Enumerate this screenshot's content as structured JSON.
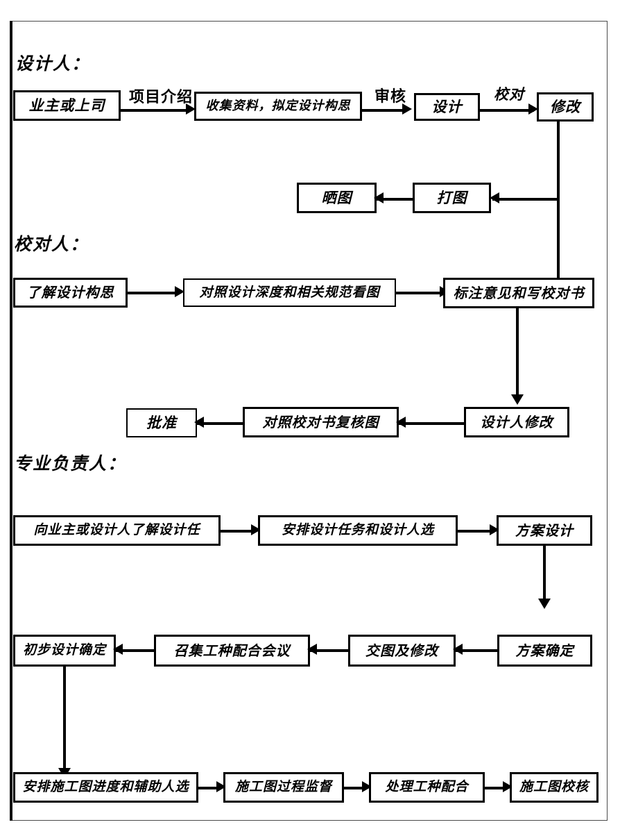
{
  "diagram": {
    "title_sections": [
      {
        "id": "designer",
        "label": "设计人："
      },
      {
        "id": "proofreader",
        "label": "校对人："
      },
      {
        "id": "lead",
        "label": "专业负责人："
      }
    ],
    "designer_row": {
      "nodes": [
        {
          "id": "owner_or_boss",
          "label": "业主或上司"
        },
        {
          "id": "collect_conception",
          "label": "收集资料，拟定设计构思"
        },
        {
          "id": "design",
          "label": "设计"
        },
        {
          "id": "revise",
          "label": "修改"
        }
      ],
      "edge_labels": [
        {
          "id": "project_intro",
          "label": "项目介绍"
        },
        {
          "id": "review",
          "label": "审核"
        },
        {
          "id": "proofread",
          "label": "校对"
        }
      ]
    },
    "print_row": {
      "nodes": [
        {
          "id": "blueprint",
          "label": "晒图"
        },
        {
          "id": "plot",
          "label": "打图"
        }
      ]
    },
    "proofreader_row": {
      "nodes": [
        {
          "id": "understand_conception",
          "label": "了解设计构思"
        },
        {
          "id": "check_depth_specs",
          "label": "对照设计深度和相关规范看图"
        },
        {
          "id": "mark_write_proof",
          "label": "标注意见和写校对书"
        }
      ]
    },
    "approval_row": {
      "nodes": [
        {
          "id": "approve",
          "label": "批准"
        },
        {
          "id": "recheck_drawing",
          "label": "对照校对书复核图"
        },
        {
          "id": "designer_revise",
          "label": "设计人修改"
        }
      ]
    },
    "lead_row1": {
      "nodes": [
        {
          "id": "ask_owner_designer",
          "label": "向业主或设计人了解设计任"
        },
        {
          "id": "assign_task_people",
          "label": "安排设计任务和设计人选"
        },
        {
          "id": "scheme_design",
          "label": "方案设计"
        }
      ]
    },
    "lead_row2": {
      "nodes": [
        {
          "id": "prelim_design_fixed",
          "label": "初步设计确定"
        },
        {
          "id": "trade_meeting",
          "label": "召集工种配合会议"
        },
        {
          "id": "submit_revise",
          "label": "交图及修改"
        },
        {
          "id": "scheme_confirmed",
          "label": "方案确定"
        }
      ]
    },
    "lead_row3": {
      "nodes": [
        {
          "id": "arrange_cd_schedule",
          "label": "安排施工图进度和辅助人选"
        },
        {
          "id": "cd_supervision",
          "label": "施工图过程监督"
        },
        {
          "id": "handle_trade_coord",
          "label": "处理工种配合"
        },
        {
          "id": "cd_check",
          "label": "施工图校核"
        }
      ]
    },
    "colors": {
      "line": "#000000",
      "background": "#ffffff",
      "border": "#4a4a4a"
    }
  }
}
